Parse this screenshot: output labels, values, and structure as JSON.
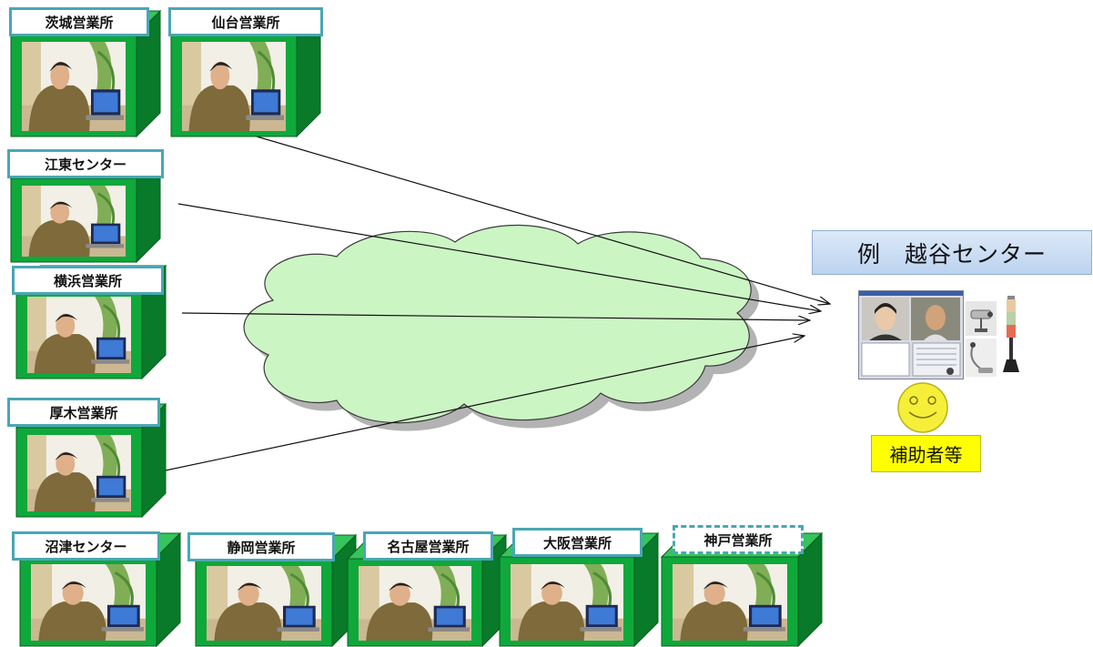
{
  "offices": [
    {
      "id": "ibaraki",
      "label": "茨城営業所",
      "dashed": false
    },
    {
      "id": "sendai",
      "label": "仙台営業所",
      "dashed": false
    },
    {
      "id": "koto",
      "label": "江東センター",
      "dashed": false
    },
    {
      "id": "yokohama",
      "label": "横浜営業所",
      "dashed": false
    },
    {
      "id": "atsugi",
      "label": "厚木営業所",
      "dashed": false
    },
    {
      "id": "numazu",
      "label": "沼津センター",
      "dashed": false
    },
    {
      "id": "shizuoka",
      "label": "静岡営業所",
      "dashed": false
    },
    {
      "id": "nagoya",
      "label": "名古屋営業所",
      "dashed": false
    },
    {
      "id": "osaka",
      "label": "大阪営業所",
      "dashed": false
    },
    {
      "id": "kobe",
      "label": "神戸営業所",
      "dashed": true
    }
  ],
  "center": {
    "title": "例　越谷センター"
  },
  "assistant": {
    "label": "補助者等"
  },
  "colors": {
    "box_front": "#0fa83b",
    "box_side": "#087a29",
    "box_top": "#36c45c",
    "label_border": "#4aa6b5",
    "cloud_fill": "#ccf5c4",
    "title_fill": "#cfe0f5",
    "assistant_fill": "#ffff00",
    "smiley": "#f5ef3a"
  }
}
